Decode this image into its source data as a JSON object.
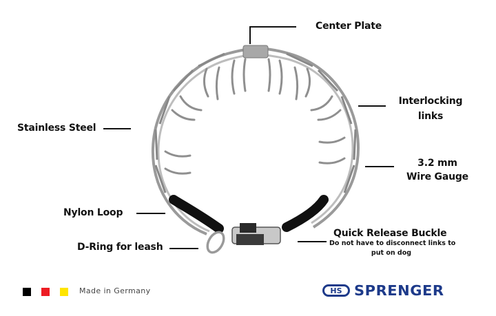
{
  "labels": {
    "center_plate": "Center Plate",
    "interlocking_line1": "Interlocking",
    "interlocking_line2": "links",
    "stainless_steel": "Stainless Steel",
    "wire_gauge_line1": "3.2 mm",
    "wire_gauge_line2": "Wire Gauge",
    "nylon_loop": "Nylon Loop",
    "d_ring": "D-Ring for leash",
    "quick_release_title": "Quick Release Buckle",
    "quick_release_sub_line1": "Do not have to disconnect links to",
    "quick_release_sub_line2": "put on dog"
  },
  "footer": {
    "made_in": "Made in Germany",
    "flag_colors": [
      "#000000",
      "#ed1c24",
      "#ffe500"
    ],
    "brand_badge": "HS",
    "brand_name": "SPRENGER",
    "brand_color": "#1d3a8a"
  },
  "icons": {
    "collar": "prong-collar-illustration"
  }
}
